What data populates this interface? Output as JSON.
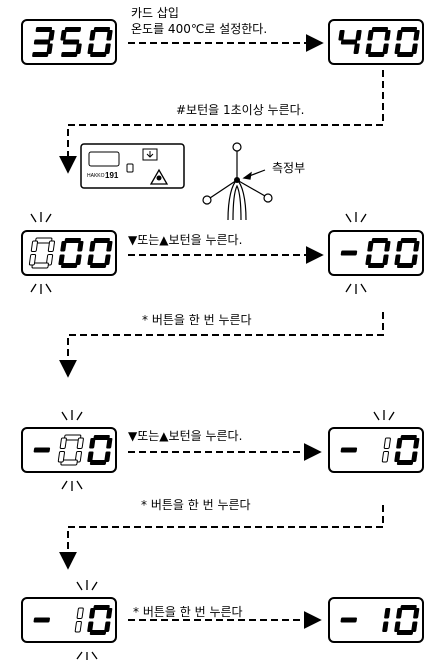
{
  "steps": {
    "s1_line1": "카드 삽입",
    "s1_line2": "온도를 400℃로 설정한다.",
    "s2": "#보턴을 1초이상 누른다.",
    "probe": "측정부",
    "s3": "▼또는▲보턴을 누른다.",
    "s4": "* 버튼을 한 번 누른다",
    "s5": "▼또는▲보턴을 누른다.",
    "s6": "* 버튼을 한 번 누른다",
    "s7": "* 버튼을 한 번 누른다"
  },
  "device": {
    "brand": "HAKKO",
    "model": "191"
  },
  "displays": {
    "d1": "350",
    "d2": "400",
    "d3": "000",
    "d4": "-00",
    "d5": "-00",
    "d6": "-10",
    "d7": "-10",
    "d8": "-10"
  }
}
